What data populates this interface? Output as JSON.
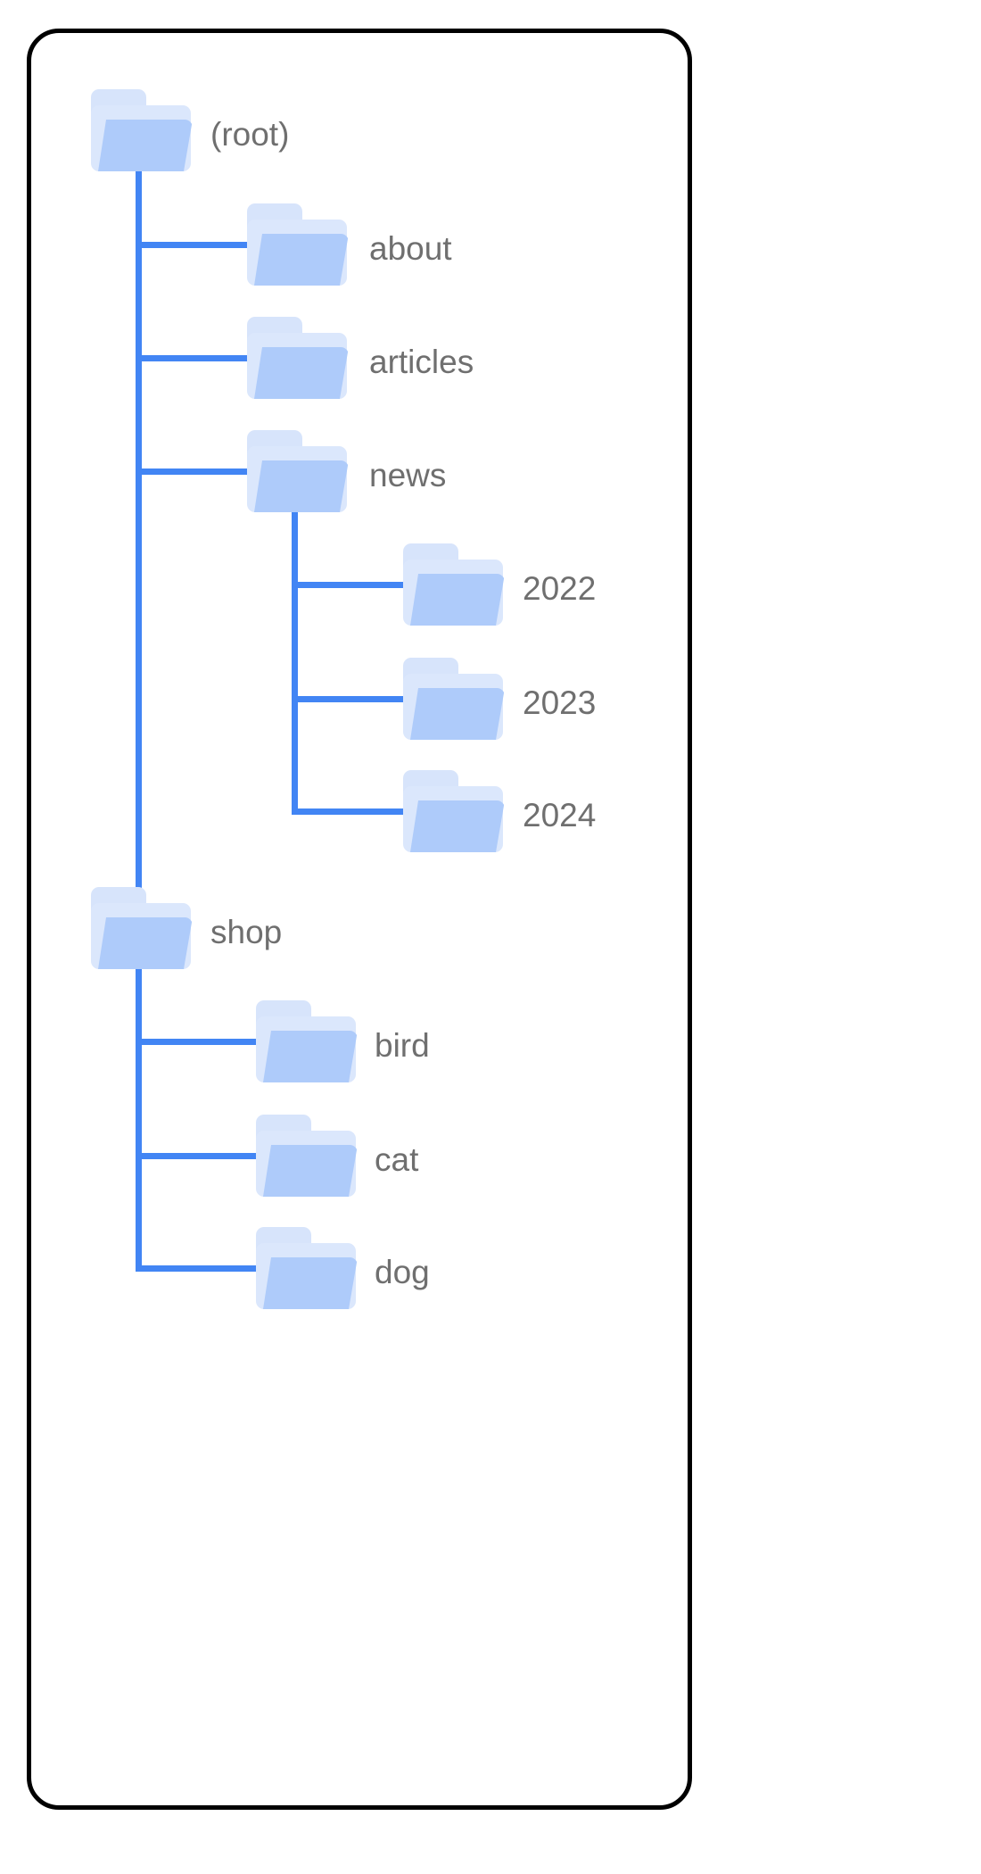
{
  "diagram": {
    "title": "folder-tree",
    "colors": {
      "line": "#4285f4",
      "folder_front": "#aecbfa",
      "folder_back": "#dbe7fc",
      "folder_tab": "#d7e4fb",
      "label_text": "#6f6f6f",
      "card_border": "#000000",
      "background": "#ffffff"
    },
    "nodes": [
      {
        "id": "root",
        "label": "(root)",
        "depth": 0
      },
      {
        "id": "about",
        "label": "about",
        "depth": 1
      },
      {
        "id": "articles",
        "label": "articles",
        "depth": 1
      },
      {
        "id": "news",
        "label": "news",
        "depth": 1
      },
      {
        "id": "news2022",
        "label": "2022",
        "depth": 2
      },
      {
        "id": "news2023",
        "label": "2023",
        "depth": 2
      },
      {
        "id": "news2024",
        "label": "2024",
        "depth": 2
      },
      {
        "id": "shop",
        "label": "shop",
        "depth": 1
      },
      {
        "id": "bird",
        "label": "bird",
        "depth": 2
      },
      {
        "id": "cat",
        "label": "cat",
        "depth": 2
      },
      {
        "id": "dog",
        "label": "dog",
        "depth": 2
      }
    ],
    "icon_name": "folder-icon"
  }
}
